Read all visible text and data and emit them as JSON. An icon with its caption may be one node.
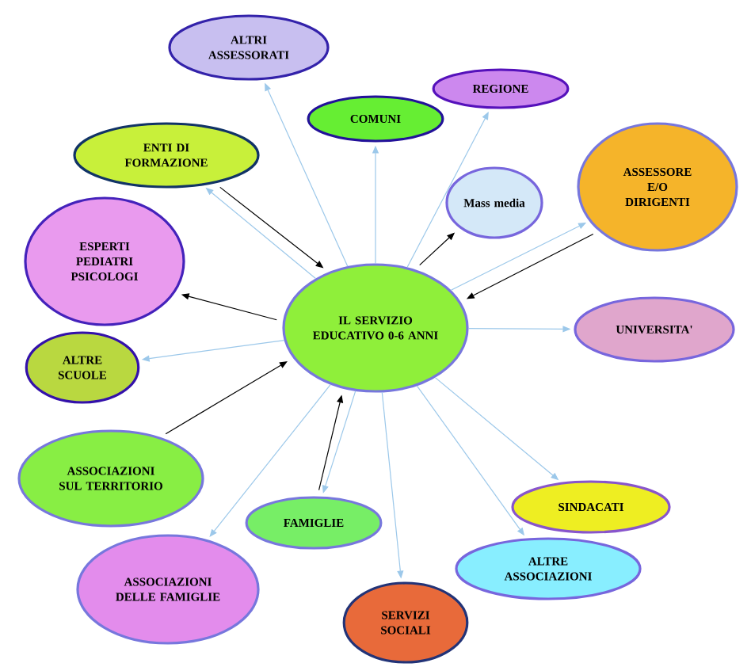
{
  "diagram": {
    "nodes": [
      {
        "text": [
          "IL SERVIZIO EDUCATIVO 0-6 ANNI"
        ]
      },
      {
        "text": [
          "ALTRI ASSESSORATI"
        ]
      },
      {
        "text": [
          "COMUNI"
        ]
      },
      {
        "text": [
          "REGIONE"
        ]
      },
      {
        "text": [
          "ENTI DI FORMAZIONE"
        ]
      },
      {
        "text": [
          "Mass media"
        ]
      },
      {
        "text": [
          "ASSESSORE E/O DIRIGENTI"
        ]
      },
      {
        "text": [
          "ESPERTI PEDIATRI PSICOLOGI"
        ]
      },
      {
        "text": [
          "UNIVERSITA'"
        ]
      },
      {
        "text": [
          "ALTRE SCUOLE"
        ]
      },
      {
        "text": [
          "ASSOCIAZIONI SUL TERRITORIO"
        ]
      },
      {
        "text": [
          "FAMIGLIE"
        ]
      },
      {
        "text": [
          "SINDACATI"
        ]
      },
      {
        "text": [
          "ASSOCIAZIONI DELLE FAMIGLIE"
        ]
      },
      {
        "text": [
          "ALTRE ASSOCIAZIONI"
        ]
      },
      {
        "text": [
          "SERVIZI SOCIALI"
        ]
      }
    ],
    "edges": [
      {
        "from": 0,
        "to": 1,
        "arrow": "to"
      },
      {
        "from": 0,
        "to": 2,
        "arrow": "to"
      },
      {
        "from": 0,
        "to": 3,
        "arrow": "to"
      },
      {
        "from": 0,
        "to": 4,
        "arrow": "to"
      },
      {
        "from": 4,
        "to": 0,
        "arrow": "to",
        "color": "#000000"
      },
      {
        "from": 0,
        "to": 5,
        "arrow": "to",
        "color": "#000000"
      },
      {
        "from": 0,
        "to": 6,
        "arrow": "to"
      },
      {
        "from": 6,
        "to": 0,
        "arrow": "to",
        "color": "#000000"
      },
      {
        "from": 0,
        "to": 7,
        "arrow": "to",
        "color": "#000000"
      },
      {
        "from": 0,
        "to": 8,
        "arrow": "to"
      },
      {
        "from": 0,
        "to": 9,
        "arrow": "to"
      },
      {
        "from": 10,
        "to": 0,
        "arrow": "to",
        "color": "#000000"
      },
      {
        "from": 0,
        "to": 11,
        "arrow": "to"
      },
      {
        "from": 11,
        "to": 0,
        "arrow": "to",
        "color": "#000000"
      },
      {
        "from": 0,
        "to": 12,
        "arrow": "to"
      },
      {
        "from": 0,
        "to": 13,
        "arrow": "to"
      },
      {
        "from": 0,
        "to": 14,
        "arrow": "to"
      },
      {
        "from": 0,
        "to": 15,
        "arrow": "to"
      }
    ]
  }
}
